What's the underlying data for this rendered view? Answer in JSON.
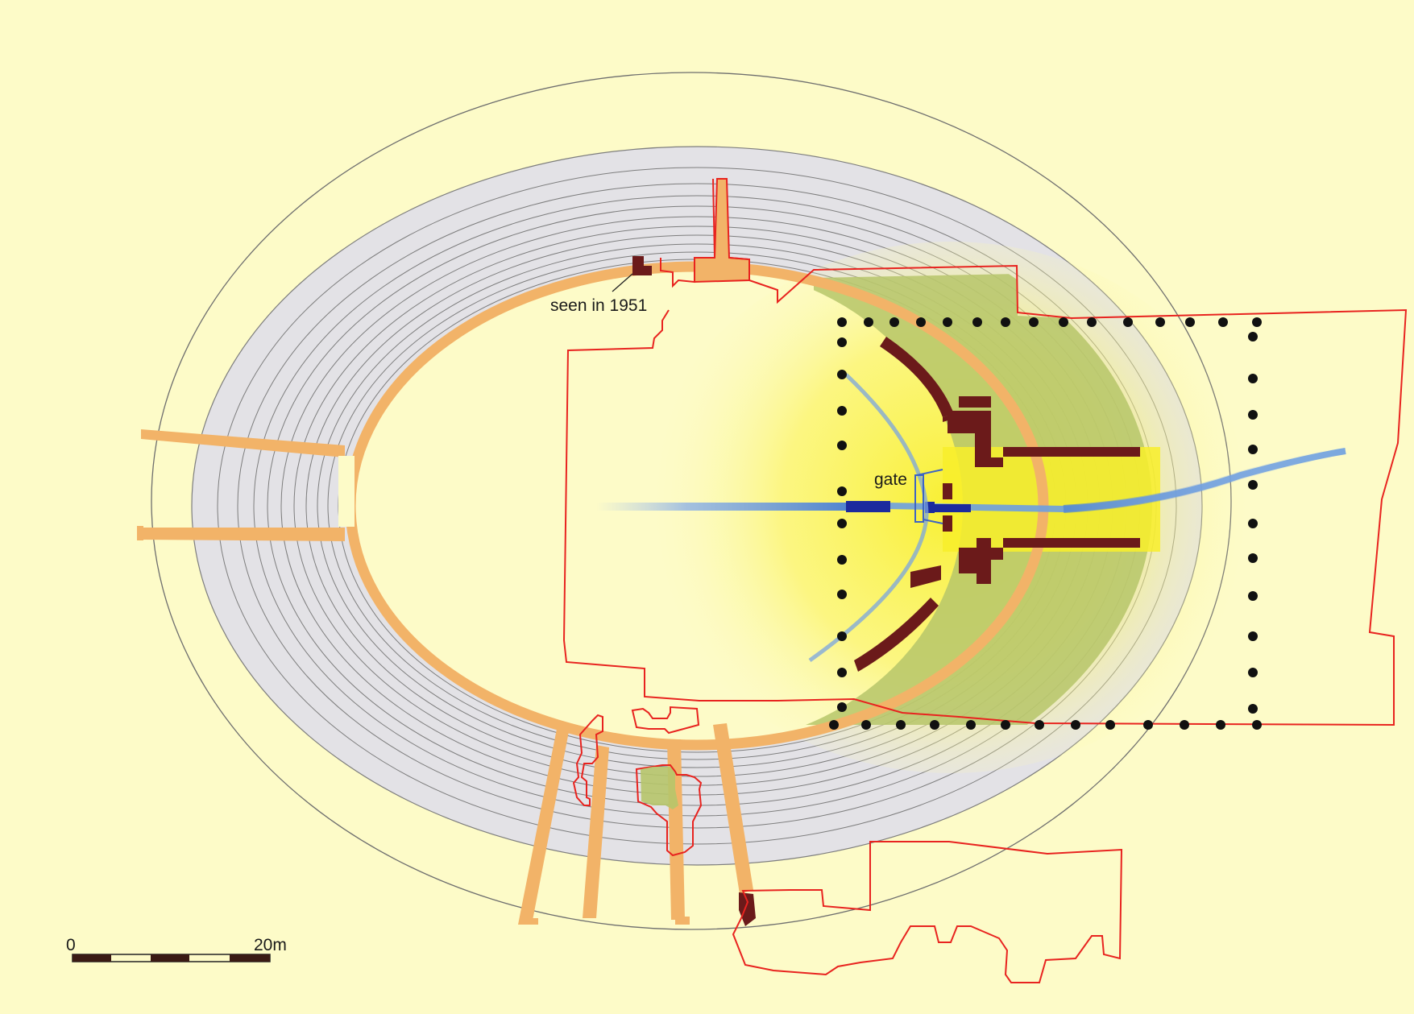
{
  "labels": {
    "seen_1951": "seen in 1951",
    "gate": "gate"
  },
  "scale_bar": {
    "start_label": "0",
    "end_label": "20m"
  },
  "colors": {
    "background": "#fdfbc8",
    "seating_grey": "#e3e2e6",
    "arena_wall": "#f2b368",
    "excavated_wall": "#6b1a1a",
    "excavation_outline": "#e8231f",
    "excavated_area": "#b6c56a",
    "arena_highlight": "#fbf55a",
    "drain": "#5b8fd6",
    "drain_dark": "#1c2a9e",
    "post_hole": "#111111"
  }
}
